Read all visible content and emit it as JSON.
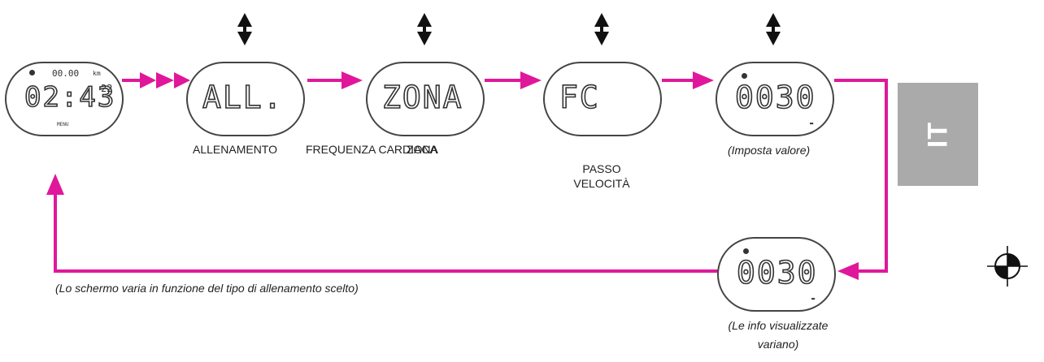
{
  "colors": {
    "arrow": "#e0179b",
    "outline": "#444444",
    "lang_tab": "#aaaaaa"
  },
  "screens": {
    "main": {
      "time": "02:43",
      "seconds": "22",
      "top_value": "00.00",
      "top_unit": "km",
      "bottom_label": "MENU"
    },
    "allenamento": {
      "text": "ALL."
    },
    "zona": {
      "text": "ZONA"
    },
    "fc": {
      "text": "FC"
    },
    "valore_edit": {
      "text": "0030"
    },
    "valore_shown": {
      "text": "0030"
    }
  },
  "captions": {
    "allenamento": "ALLENAMENTO",
    "frequenza_cardiaca": "FREQUENZA CARDIACA",
    "zona": "ZONA",
    "passo_velocita_1": "PASSO",
    "passo_velocita_2": "VELOCITÀ",
    "imposta_valore": "(Imposta valore)",
    "le_info_1": "(Le info visualizzate",
    "le_info_2": "variano)",
    "lo_schermo": "(Lo schermo varia in funzione del tipo di allenamento scelto)"
  },
  "language_tab": {
    "label": "IT"
  },
  "icons": {
    "up_down": "up-down-arrow-icon",
    "registration": "registration-mark-icon"
  }
}
